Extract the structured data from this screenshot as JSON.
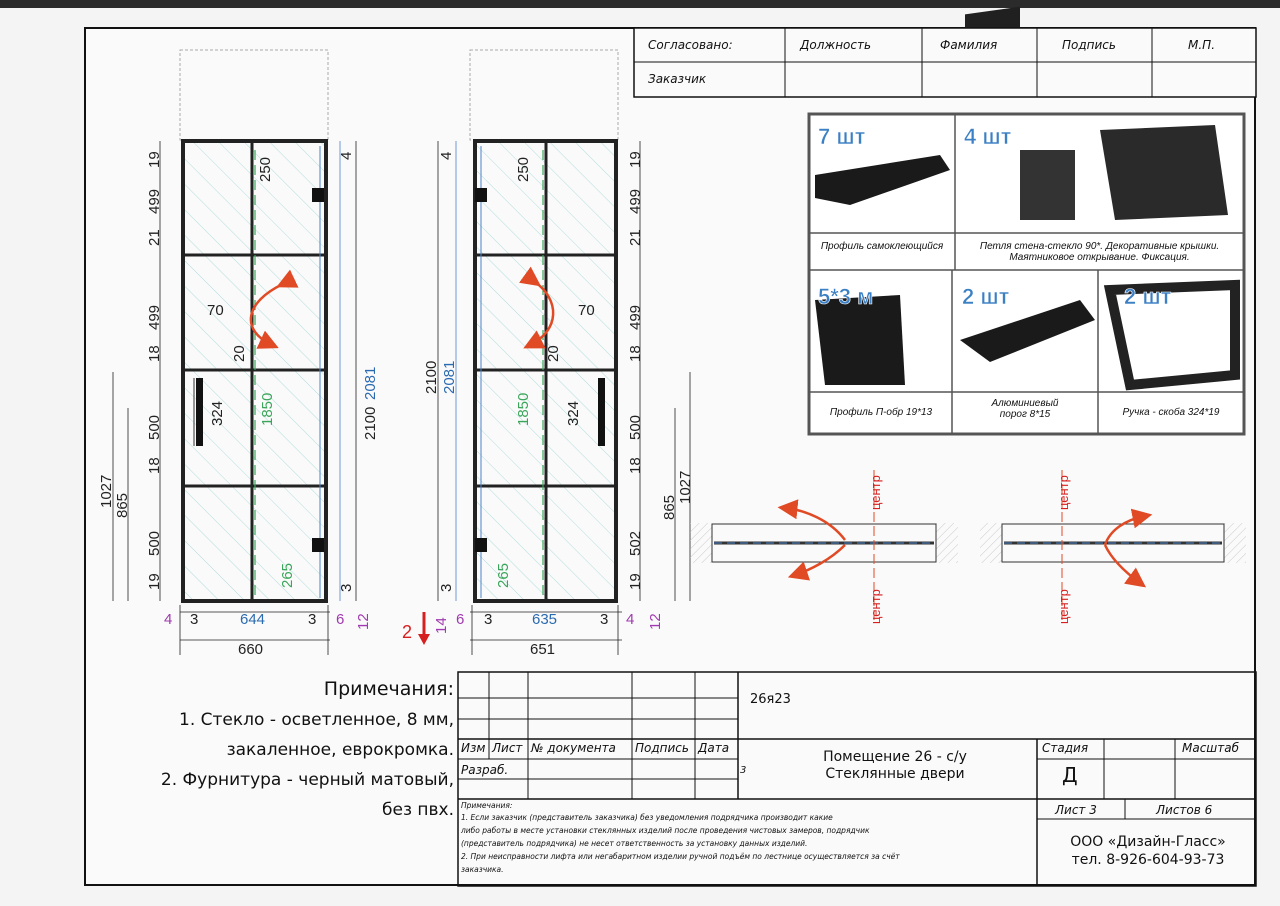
{
  "approval": {
    "agreed_label": "Согласовано:",
    "customer_label": "Заказчик",
    "columns": [
      "Должность",
      "Фамилия",
      "Подпись",
      "М.П."
    ]
  },
  "parts": [
    {
      "qty": "7 шт",
      "caption": "Профиль самоклеющийся"
    },
    {
      "qty": "4 шт",
      "caption": "Петля стена-стекло 90*. Декоративные крышки. Маятниковое открывание. Фиксация."
    },
    {
      "qty": "5*3 м",
      "caption": "Профиль П-обр 19*13"
    },
    {
      "qty": "2 шт",
      "caption": "Алюминиевый порог 8*15"
    },
    {
      "qty": "2 шт",
      "caption": "Ручка - скоба 324*19"
    }
  ],
  "left_door": {
    "left_dims": [
      "19",
      "499",
      "21",
      "499",
      "18",
      "500",
      "18",
      "500",
      "19"
    ],
    "outer_dims": [
      "1027",
      "865"
    ],
    "inner": [
      "250",
      "70",
      "20",
      "324",
      "1850",
      "265",
      "4",
      "3"
    ],
    "right_dims": [
      "2081",
      "2100"
    ],
    "bottom": [
      "4",
      "3",
      "644",
      "3",
      "6",
      "12"
    ],
    "width": "660"
  },
  "right_door": {
    "left_dims": [
      "2100",
      "2081"
    ],
    "right_dims": [
      "19",
      "499",
      "21",
      "499",
      "18",
      "500",
      "18",
      "502",
      "19"
    ],
    "outer_dims": [
      "865",
      "1027"
    ],
    "inner": [
      "4",
      "250",
      "70",
      "20",
      "324",
      "1850",
      "265",
      "3"
    ],
    "bottom": [
      "6",
      "3",
      "635",
      "3",
      "4",
      "12"
    ],
    "width": "651",
    "side_marks": [
      "2",
      "14"
    ]
  },
  "center_label": "центр",
  "notes": {
    "title": "Примечания:",
    "lines": [
      "1. Стекло - осветленное, 8 мм,",
      "закаленное, еврокромка.",
      "2. Фурнитура - черный матовый,",
      "без пвх."
    ]
  },
  "title_block": {
    "code": "26я23",
    "headers": [
      "Изм",
      "Лист",
      "№ документа",
      "Подпись",
      "Дата"
    ],
    "developed": "Разраб.",
    "date_tail": "3",
    "title_line1": "Помещение 26 - с/у",
    "title_line2": "Стеклянные двери",
    "stage_label": "Стадия",
    "stage_value": "Д",
    "scale_label": "Масштаб",
    "sheet": "Лист 3",
    "sheets": "Листов 6",
    "company": "ООО «Дизайн-Гласс»",
    "phone": "тел. 8-926-604-93-73",
    "small_notes_title": "Примечания:",
    "small_notes": [
      "1. Если заказчик (представитель заказчика) без уведомления подрядчика производит какие",
      "либо работы в месте установки стеклянных изделий после проведения чистовых замеров, подрядчик",
      "(представитель подрядчика) не несет ответственность за установку данных изделий.",
      "2. При неисправности лифта или негабаритном изделии ручной подъём по лестнице осуществляется за счёт",
      "заказчика."
    ]
  }
}
